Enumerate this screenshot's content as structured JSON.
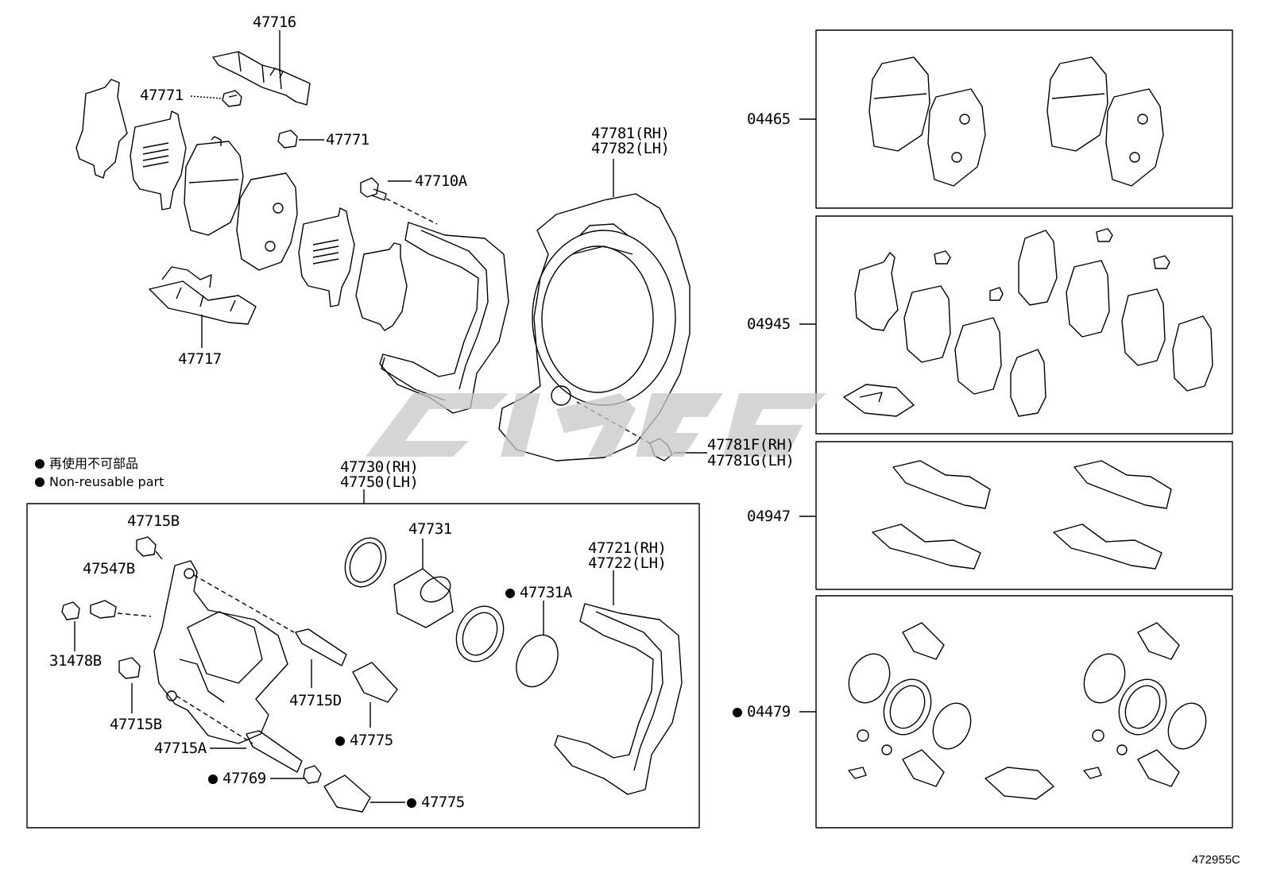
{
  "legend": {
    "jp": "再使用不可部品",
    "en": "Non-reusable part"
  },
  "labels": {
    "p47716": "47716",
    "p47771a": "47771",
    "p47771b": "47771",
    "p47710A": "47710A",
    "p47717": "47717",
    "p47781": "47781(RH)",
    "p47782": "47782(LH)",
    "p47781F": "47781F(RH)",
    "p47781G": "47781G(LH)",
    "p47730": "47730(RH)",
    "p47750": "47750(LH)",
    "p47715B_top": "47715B",
    "p47547B": "47547B",
    "p31478B": "31478B",
    "p47715B_bot": "47715B",
    "p47715A": "47715A",
    "p47769": "47769",
    "p47715D": "47715D",
    "p47775a": "47775",
    "p47775b": "47775",
    "p47731": "47731",
    "p47731A": "47731A",
    "p47721": "47721(RH)",
    "p47722": "47722(LH)",
    "k04465": "04465",
    "k04945": "04945",
    "k04947": "04947",
    "k04479": "04479"
  },
  "diagram_ref": "472955C",
  "colors": {
    "line": "#000000",
    "watermark": "#c8c8c8"
  }
}
